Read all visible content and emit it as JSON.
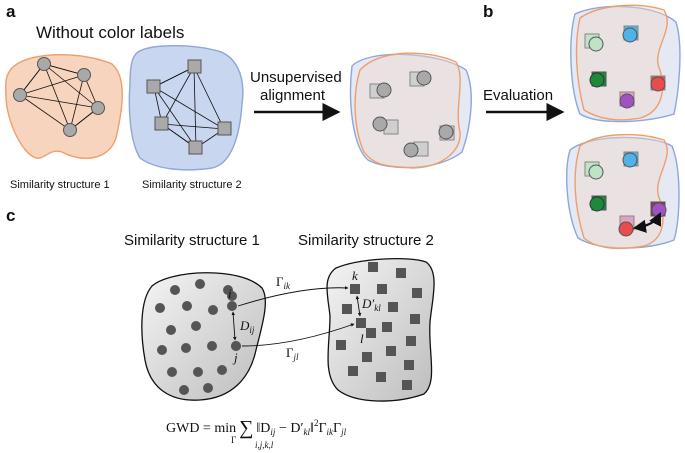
{
  "panels": {
    "a": "a",
    "b": "b",
    "c": "c"
  },
  "panel_a": {
    "title": "Without color labels",
    "structure1_label": "Similarity structure 1",
    "structure2_label": "Similarity structure 2",
    "arrow_label_line1": "Unsupervised",
    "arrow_label_line2": "alignment"
  },
  "panel_b": {
    "arrow_label": "Evaluation"
  },
  "panel_c": {
    "structure1_label": "Similarity structure 1",
    "structure2_label": "Similarity structure 2",
    "gamma_ik": "Γ",
    "gamma_ik_sub": "ik",
    "gamma_jl": "Γ",
    "gamma_jl_sub": "jl",
    "point_i": "i",
    "point_j": "j",
    "point_k": "k",
    "point_l": "l",
    "d_ij": "D",
    "d_ij_sub": "ij",
    "d_kl": "D′",
    "d_kl_sub": "kl",
    "gwd_lhs": "GWD = min",
    "gwd_min_sub": "Γ",
    "gwd_sum": "∑",
    "gwd_sum_sub": "i,j,k,l",
    "gwd_body": "‖D",
    "gwd_body_sub1": "ij",
    "gwd_body2": " − D′",
    "gwd_body_sub2": "kl",
    "gwd_body3": "‖",
    "gwd_body_sup": "2",
    "gwd_body4": "Γ",
    "gwd_body_sub3": "ik",
    "gwd_body5": "Γ",
    "gwd_body_sub4": "jl"
  },
  "colors": {
    "orange_blob": "#f7d4bd",
    "orange_stroke": "#ee9e6d",
    "blue_blob": "#c9d6ef",
    "blue_stroke": "#8ea6d8",
    "marker_gray": "#a9a9a9",
    "marker_dark": "#555555",
    "light_green": "#bfe3c6",
    "sky_blue": "#4fb3ea",
    "dark_green": "#1d8a3a",
    "red": "#e94c4c",
    "purple": "#a052c5",
    "pink_square": "#e3a0c0",
    "dark_magenta": "#8f3a5a"
  }
}
